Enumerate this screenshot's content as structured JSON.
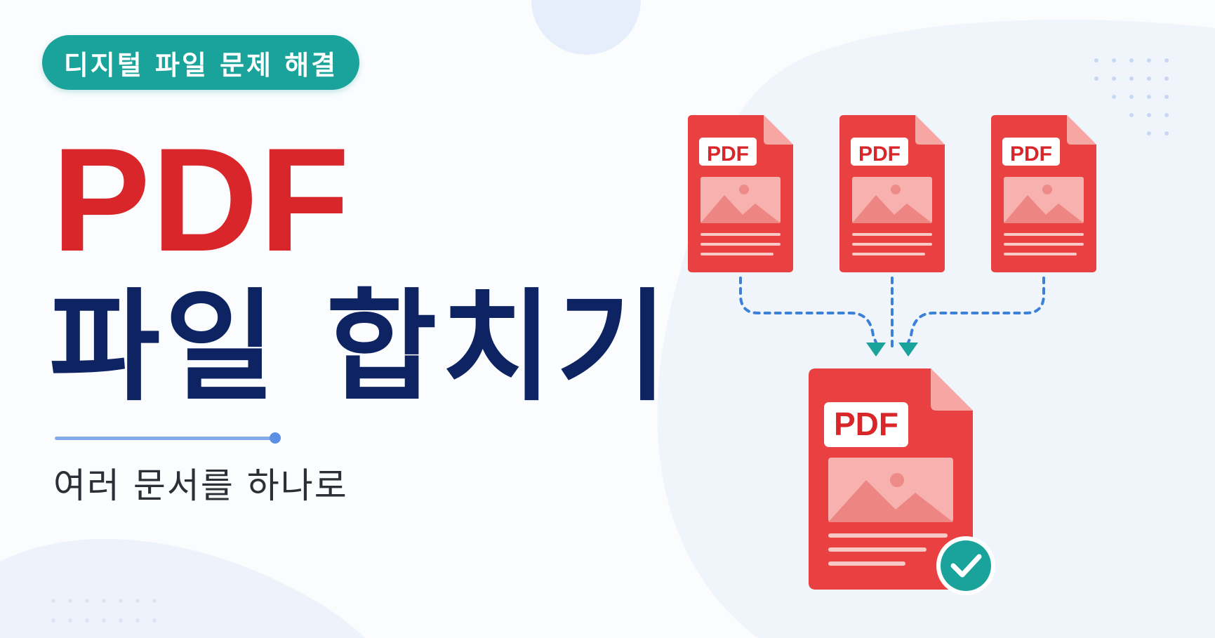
{
  "badge": {
    "label": "디지털 파일 문제 해결"
  },
  "title": {
    "line1": "PDF",
    "line2": "파일 합치기"
  },
  "subtitle": "여러 문서를 하나로",
  "illustration": {
    "source_files": [
      {
        "label": "PDF"
      },
      {
        "label": "PDF"
      },
      {
        "label": "PDF"
      }
    ],
    "merged_file": {
      "label": "PDF",
      "status_icon": "check-icon"
    }
  },
  "colors": {
    "accent_teal": "#1aa39a",
    "pdf_red": "#e94141",
    "title_red": "#d8262a",
    "title_navy": "#0e2462",
    "arrow_blue": "#3b80d9"
  }
}
